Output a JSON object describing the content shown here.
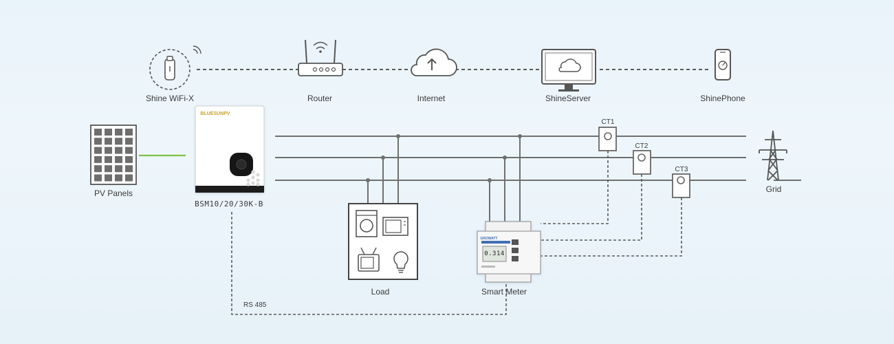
{
  "labels": {
    "wifi": "Shine WiFi-X",
    "router": "Router",
    "internet": "Internet",
    "server": "ShineServer",
    "phone": "ShinePhone",
    "pv": "PV Panels",
    "inverter_model": "BSM10/20/30K-B",
    "inverter_brand": "BLUESUNPV",
    "grid": "Grid",
    "load": "Load",
    "meter": "Smart Meter",
    "meter_brand": "GROWATT",
    "meter_reading": "0.314",
    "rs485": "RS 485",
    "ct1": "CT1",
    "ct2": "CT2",
    "ct3": "CT3"
  },
  "colors": {
    "line": "#6f6f6f",
    "dash": "#5a5a5a",
    "pv_link": "#7cc243",
    "text": "#3a3a3a"
  }
}
